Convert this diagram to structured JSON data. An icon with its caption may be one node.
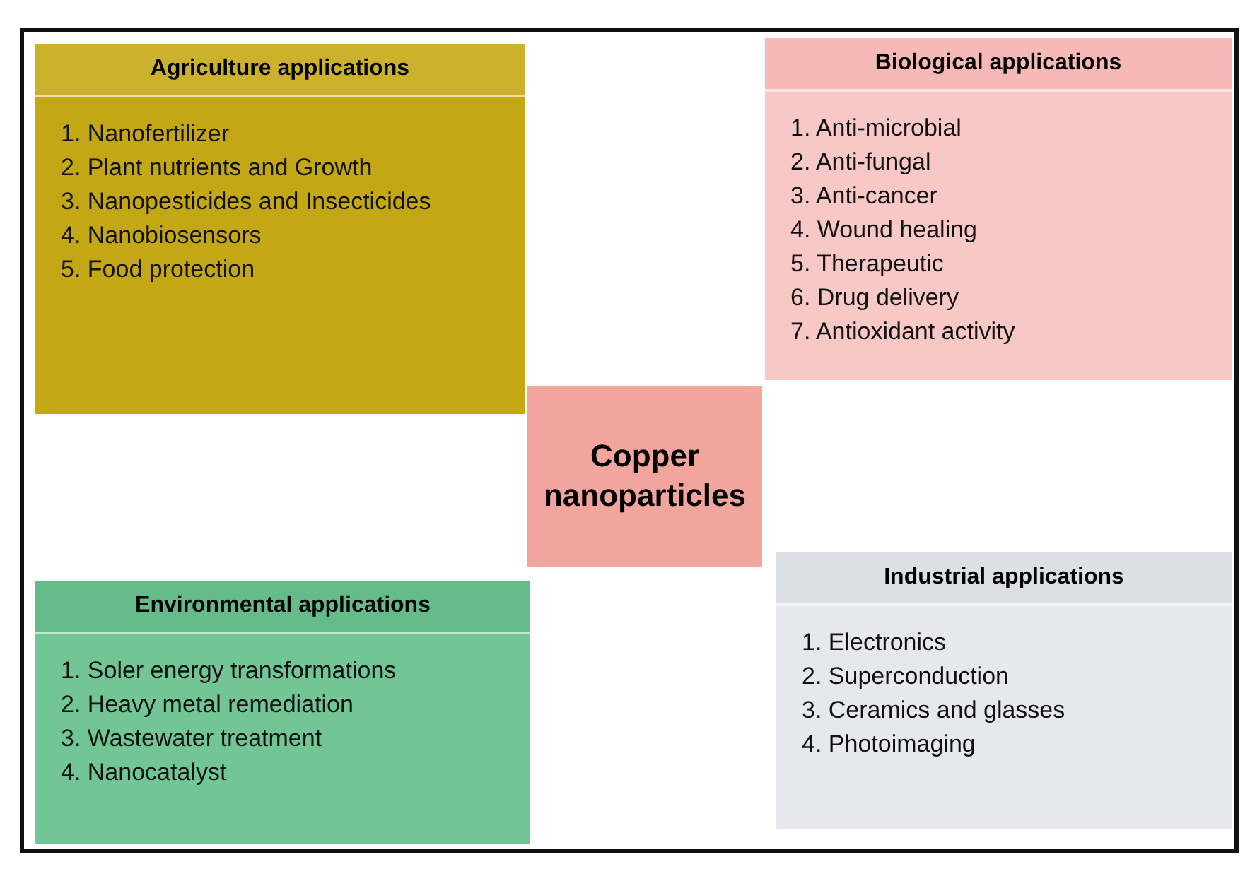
{
  "diagram": {
    "nodes": [
      {
        "text": [
          "Agriculture applications",
          "1. Nanofertilizer",
          "2. Plant nutrients and Growth",
          "3. Nanopesticides and Insecticides",
          "4. Nanobiosensors",
          "5. Food protection"
        ]
      },
      {
        "text": [
          "Biological applications",
          "1. Anti-microbial",
          "2. Anti-fungal",
          "3. Anti-cancer",
          "4. Wound healing",
          "5. Therapeutic",
          "6. Drug delivery",
          "7. Antioxidant activity"
        ]
      },
      {
        "text": [
          "Copper nanoparticles"
        ]
      },
      {
        "text": [
          "Environmental applications",
          "1. Soler energy transformations",
          "2. Heavy metal remediation",
          "3. Wastewater treatment",
          "4. Nanocatalyst"
        ]
      },
      {
        "text": [
          "Industrial applications",
          "1. Electronics",
          "2. Superconduction",
          "3. Ceramics and glasses",
          "4. Photoimaging"
        ]
      }
    ],
    "edges": []
  }
}
